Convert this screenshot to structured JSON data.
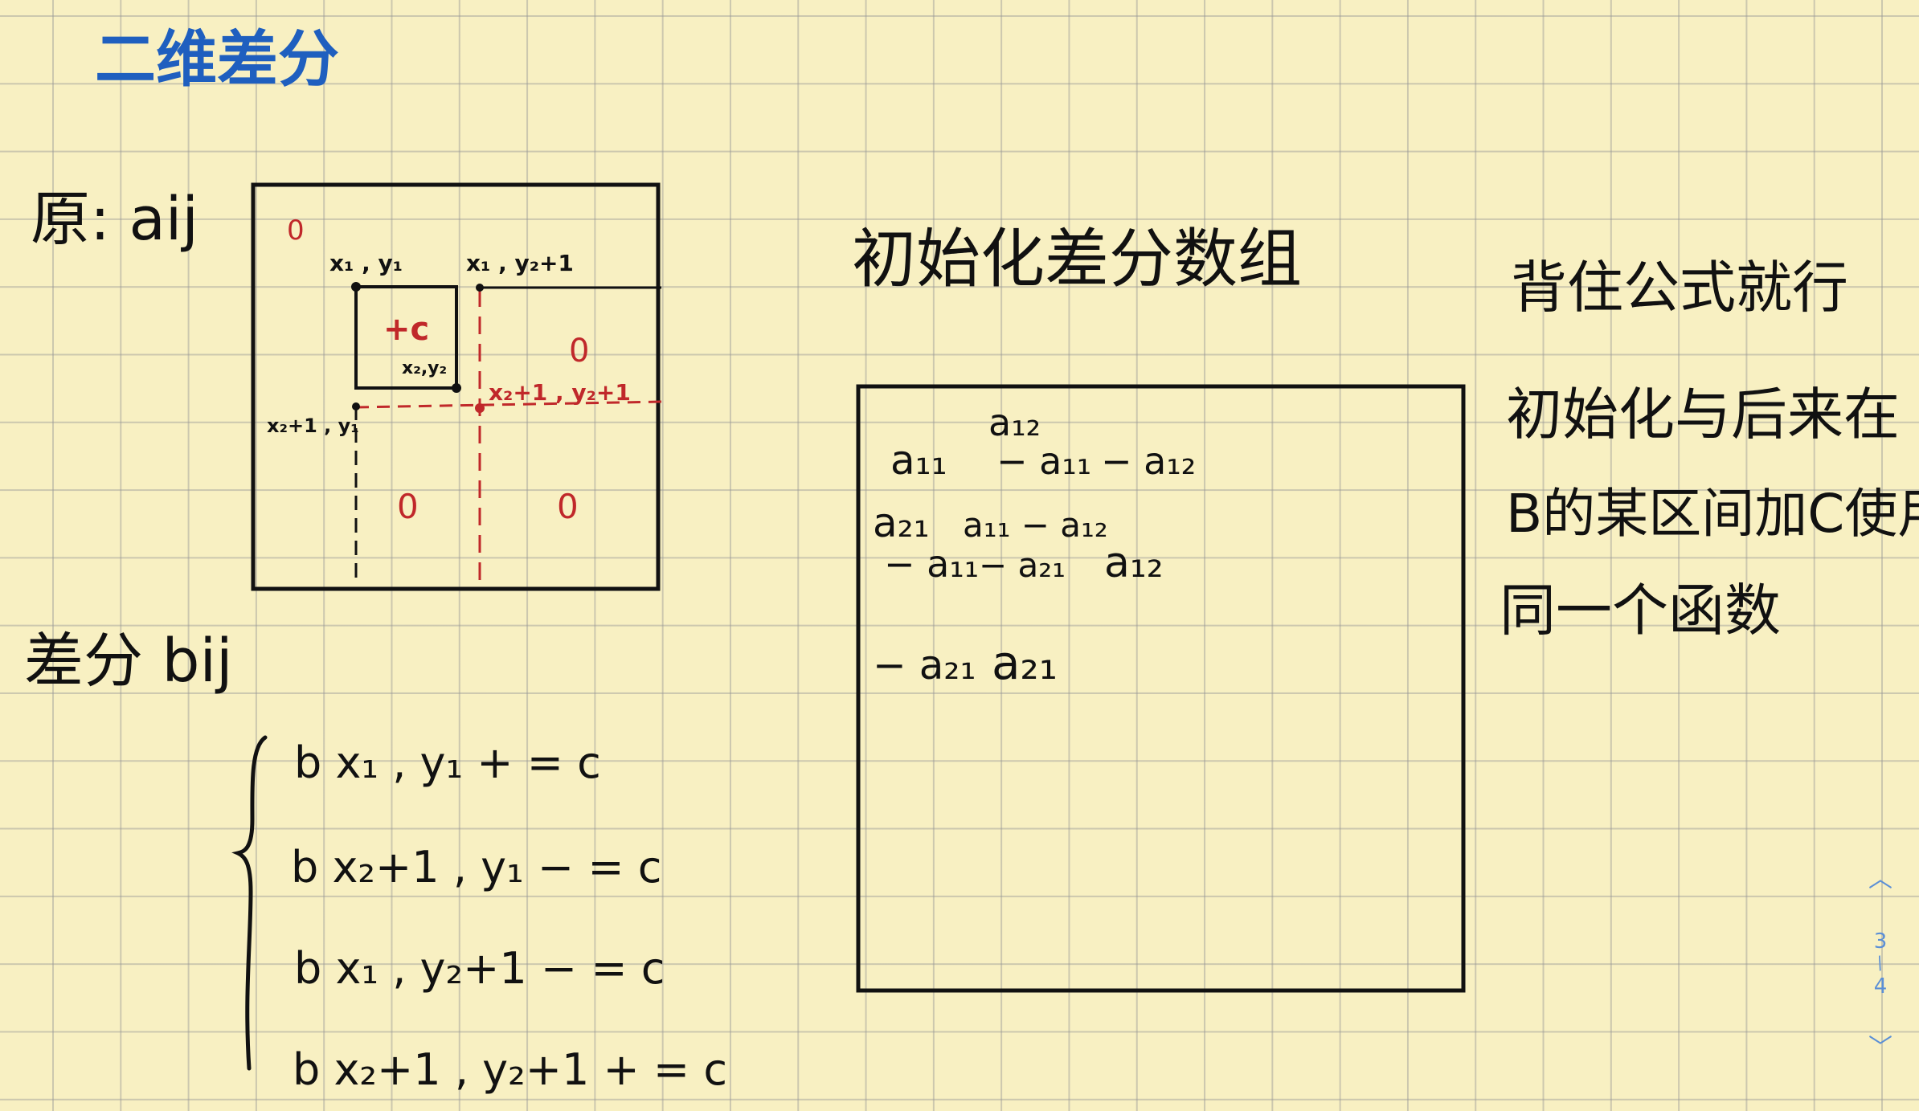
{
  "note": {
    "title": "二维差分",
    "original_label": "原: aij",
    "diff_label": "差分 bij",
    "init_title": "初始化差分数组",
    "side_notes": [
      "背住公式就行",
      "初始化与后来在",
      "B的某区间加C使用",
      "同一个函数"
    ]
  },
  "region_diagram": {
    "corner_zero_top": "0",
    "point_x1y1": "x₁ , y₁",
    "point_x1_y2p1": "x₁ , y₂+1",
    "inner_label": "+c",
    "point_x2y2": "x₂,y₂",
    "point_x2p1_y1": "x₂+1 , y₁",
    "point_x2p1_y2p1": "x₂+1 , y₂+1",
    "zero_right": "0",
    "zero_bottom_left": "0",
    "zero_bottom_right": "0"
  },
  "formulas": [
    "b x₁ , y₁  + = c",
    "b x₂+1 , y₁  − = c",
    "b x₁ , y₂+1  − = c",
    "b x₂+1 , y₂+1  + = c"
  ],
  "init_grid": {
    "cells": [
      "a₁₁",
      "a₁₂",
      "− a₁₁",
      "− a₁₂",
      "a₂₁",
      "a₁₁ − a₁₂",
      "− a₁₁",
      "− a₂₁",
      "a₁₂",
      "− a₂₁",
      "a₂₁"
    ]
  },
  "pager": {
    "up_icon": "chevron-up-icon",
    "current": "3",
    "separator": "/",
    "total": "4",
    "down_icon": "chevron-down-icon"
  }
}
